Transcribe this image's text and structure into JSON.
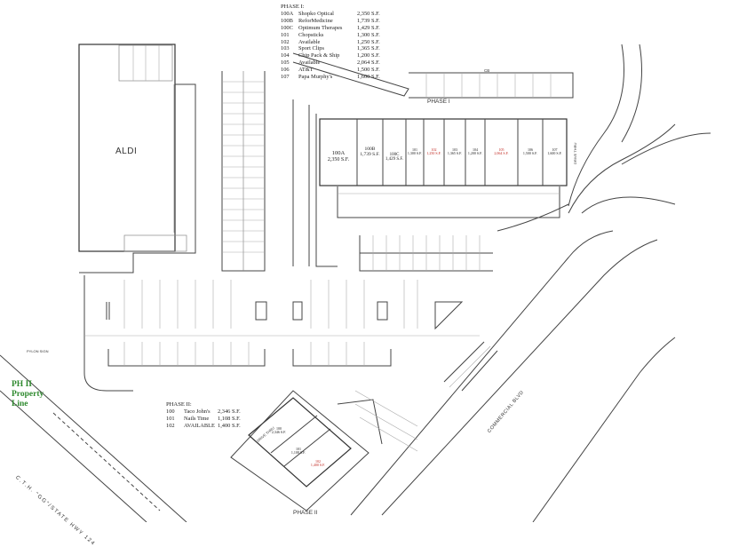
{
  "phase1": {
    "title": "PHASE I:",
    "units": [
      {
        "id": "100A",
        "tenant": "Shopko Optical",
        "area": "2,350 S.F."
      },
      {
        "id": "100B",
        "tenant": "ReforMedicine",
        "area": "1,739 S.F."
      },
      {
        "id": "100C",
        "tenant": "Optimum Therapes",
        "area": "1,429 S.F."
      },
      {
        "id": "101",
        "tenant": "Chopsticks",
        "area": "1,300 S.F."
      },
      {
        "id": "102",
        "tenant": "Available",
        "area": "1,250 S.F."
      },
      {
        "id": "103",
        "tenant": "Sport Clips",
        "area": "1,365 S.F."
      },
      {
        "id": "104",
        "tenant": "Chip Pack & Ship",
        "area": "1,200 S.F."
      },
      {
        "id": "105",
        "tenant": "Available",
        "area": "2,064 S.F."
      },
      {
        "id": "106",
        "tenant": "AT&T",
        "area": "1,500 S.F."
      },
      {
        "id": "107",
        "tenant": "Papa Murphy's",
        "area": "1,600 S.F."
      }
    ],
    "label": "PHASE I"
  },
  "phase2": {
    "title": "PHASE II:",
    "units": [
      {
        "id": "100",
        "tenant": "Taco John's",
        "area": "2,346 S.F."
      },
      {
        "id": "101",
        "tenant": "Nails Time",
        "area": "1,108 S.F."
      },
      {
        "id": "102",
        "tenant": "AVAILABLE",
        "area": "1,400 S.F."
      }
    ],
    "label": "PHASE II"
  },
  "labels": {
    "aldi": "ALDI",
    "property_line": "PH II Property Line",
    "road_cth": "C.T.H. \"GG\"/STATE HWY 124",
    "road_commercial": "COMMERCIAL BLVD",
    "road_cb": "CB",
    "drive_thru": "DRIVE THRU",
    "pylon_sign": "PYLON SIGN"
  },
  "plan_units": {
    "u100a": {
      "id": "100A",
      "area": "2,350 S.F."
    },
    "u100b": {
      "id": "100B",
      "area": "1,739 S.F."
    },
    "u100c": {
      "id": "100C",
      "area": "1,429 S.F."
    },
    "u101": {
      "id": "101",
      "area": "1,300 S.F."
    },
    "u102": {
      "id": "102",
      "area": "1,250 S.F."
    },
    "u103": {
      "id": "103",
      "area": "1,365 S.F."
    },
    "u104": {
      "id": "104",
      "area": "1,200 S.F."
    },
    "u105": {
      "id": "105",
      "area": "2,064 S.F."
    },
    "u106": {
      "id": "106",
      "area": "1,500 S.F."
    },
    "u107": {
      "id": "107",
      "area": "1,600 S.F."
    },
    "p100": {
      "id": "100",
      "area": "2,346 S.F."
    },
    "p101": {
      "id": "101",
      "area": "1,108 S.F."
    },
    "p102": {
      "id": "102",
      "area": "1,400 S.F."
    }
  },
  "colors": {
    "property_line": "#2f8a2f",
    "available": "#c0261f"
  }
}
